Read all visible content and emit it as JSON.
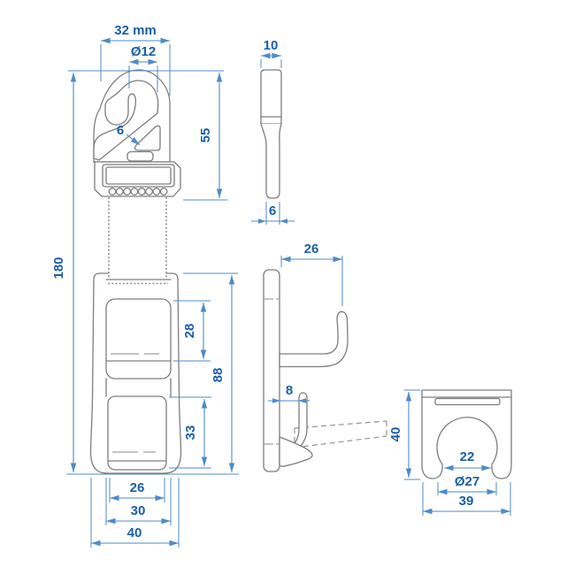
{
  "drawing": {
    "type": "technical-dimension-drawing",
    "units": "mm",
    "colors": {
      "background": "#ffffff",
      "part_line": "#7d7d7d",
      "dimension_line": "#4d8bc9",
      "dimension_text": "#1a5fa8"
    },
    "front_view": {
      "name": "strap hook with buckle housing - front view",
      "dims": {
        "hook_width_top": "32 mm",
        "hook_hole_diameter": "Ø12",
        "hook_gap": "6",
        "hook_height": "55",
        "overall_height": "180",
        "upper_window_height": "28",
        "housing_height": "88",
        "lower_window_height": "33",
        "bottom_inner_width": "26",
        "bottom_slot_width": "30",
        "bottom_overall_width": "40"
      }
    },
    "hook_side_view": {
      "name": "hook - side profile",
      "dims": {
        "top_thickness": "10",
        "tip_thickness": "6"
      }
    },
    "bracket_side_view": {
      "name": "holder bracket - side view",
      "dims": {
        "hook_depth": "26",
        "lower_lip_offset": "8"
      }
    },
    "clamp_front_view": {
      "name": "pole clamp - front view",
      "dims": {
        "height": "40",
        "mouth_width": "22",
        "clamp_diameter": "Ø27",
        "overall_width": "39"
      }
    }
  }
}
